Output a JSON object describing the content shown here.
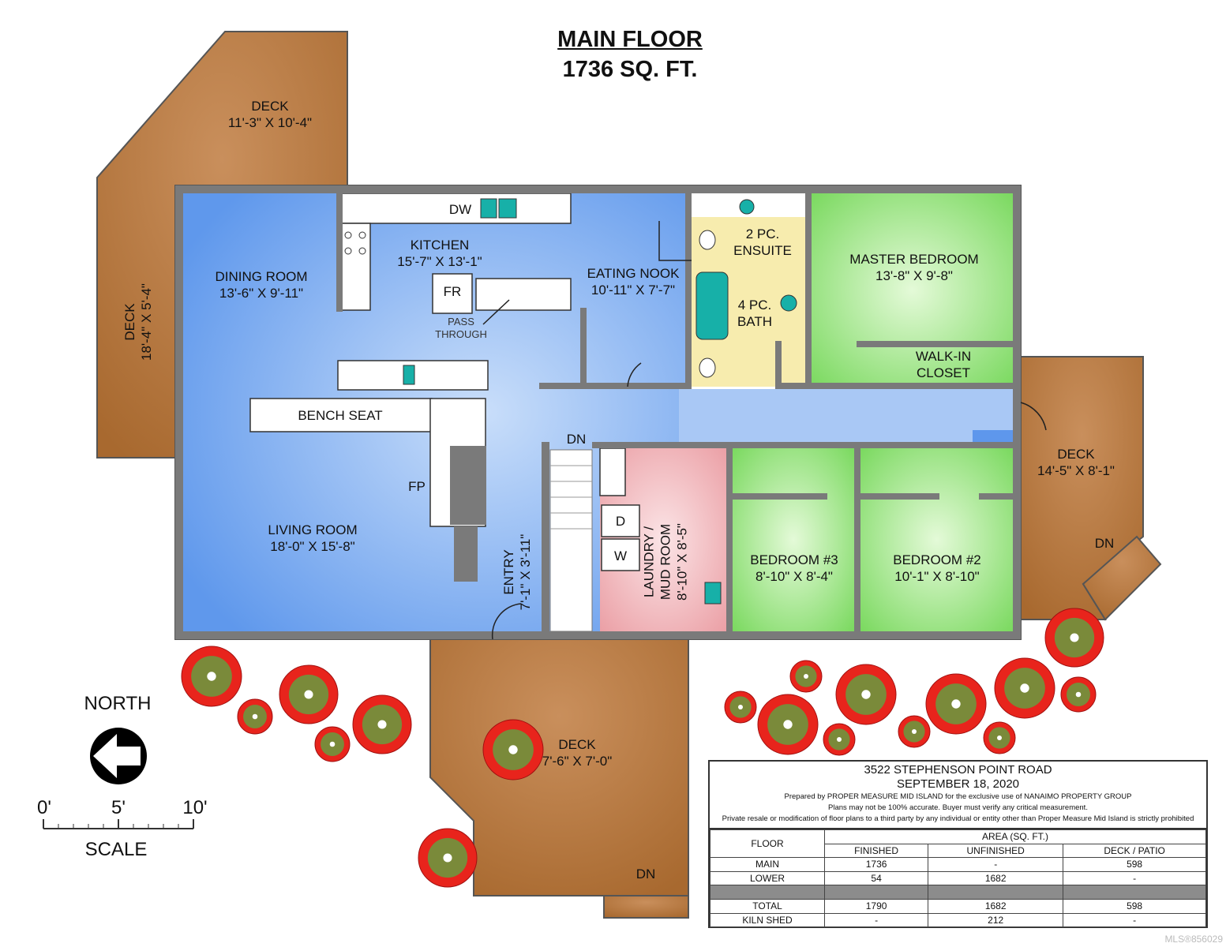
{
  "header": {
    "title": "MAIN FLOOR",
    "area": "1736 SQ. FT."
  },
  "rooms": {
    "deck_top": {
      "name": "DECK",
      "dims": "11'-3\" X 10'-4\""
    },
    "deck_left": {
      "name": "DECK",
      "dims": "18'-4\" X 5'-4\""
    },
    "deck_right": {
      "name": "DECK",
      "dims": "14'-5\" X 8'-1\""
    },
    "deck_bottom": {
      "name": "DECK",
      "dims": "7'-6\" X 7'-0\""
    },
    "dining": {
      "name": "DINING ROOM",
      "dims": "13'-6\" X 9'-11\""
    },
    "kitchen": {
      "name": "KITCHEN",
      "dims": "15'-7\" X 13'-1\""
    },
    "nook": {
      "name": "EATING NOOK",
      "dims": "10'-11\" X 7'-7\""
    },
    "living": {
      "name": "LIVING ROOM",
      "dims": "18'-0\" X 15'-8\""
    },
    "entry": {
      "name": "ENTRY",
      "dims": "7'-1\" X 3'-11\""
    },
    "laundry": {
      "name": "LAUNDRY /",
      "name2": "MUD ROOM",
      "dims": "8'-10\" X 8'-5\""
    },
    "bed3": {
      "name": "BEDROOM #3",
      "dims": "8'-10\" X 8'-4\""
    },
    "bed2": {
      "name": "BEDROOM #2",
      "dims": "10'-1\" X 8'-10\""
    },
    "master": {
      "name": "MASTER BEDROOM",
      "dims": "13'-8\" X 9'-8\""
    },
    "walkin": {
      "name": "WALK-IN",
      "name2": "CLOSET"
    },
    "ensuite": {
      "name": "2 PC.",
      "name2": "ENSUITE"
    },
    "bath": {
      "name": "4 PC.",
      "name2": "BATH"
    }
  },
  "fixtures": {
    "dw": "DW",
    "fr": "FR",
    "pass": "PASS",
    "pass2": "THROUGH",
    "bench": "BENCH SEAT",
    "fp": "FP",
    "dn": "DN",
    "dryer": "D",
    "washer": "W"
  },
  "compass": {
    "label": "NORTH"
  },
  "scale": {
    "ticks": [
      "0'",
      "5'",
      "10'"
    ],
    "label": "SCALE"
  },
  "info": {
    "address": "3522 STEPHENSON POINT ROAD",
    "date": "SEPTEMBER 18, 2020",
    "notes": [
      "Prepared by PROPER MEASURE MID ISLAND for the exclusive use of NANAIMO PROPERTY GROUP",
      "Plans may not be 100% accurate.  Buyer must verify any critical measurement.",
      "Private resale  or modification of floor plans to a third party by any individual or entity other than Proper Measure Mid Island is strictly prohibited"
    ],
    "col_floor": "FLOOR",
    "col_area": "AREA (SQ. FT.)",
    "cols": [
      "FINISHED",
      "UNFINISHED",
      "DECK / PATIO"
    ],
    "rows": [
      [
        "MAIN",
        "1736",
        "-",
        "598"
      ],
      [
        "LOWER",
        "54",
        "1682",
        "-"
      ],
      [
        "",
        "",
        "",
        ""
      ],
      [
        "TOTAL",
        "1790",
        "1682",
        "598"
      ],
      [
        "KILN SHED",
        "-",
        "212",
        "-"
      ]
    ]
  },
  "watermark": "MLS®856029",
  "colors": {
    "deck": "#b8773e",
    "living": "#8cb6f2",
    "bath": "#f7ecae",
    "bedroom": "#8fe07a",
    "laundry": "#f0aab0",
    "wall": "#7a7a7a",
    "tree": "#e8241c"
  }
}
